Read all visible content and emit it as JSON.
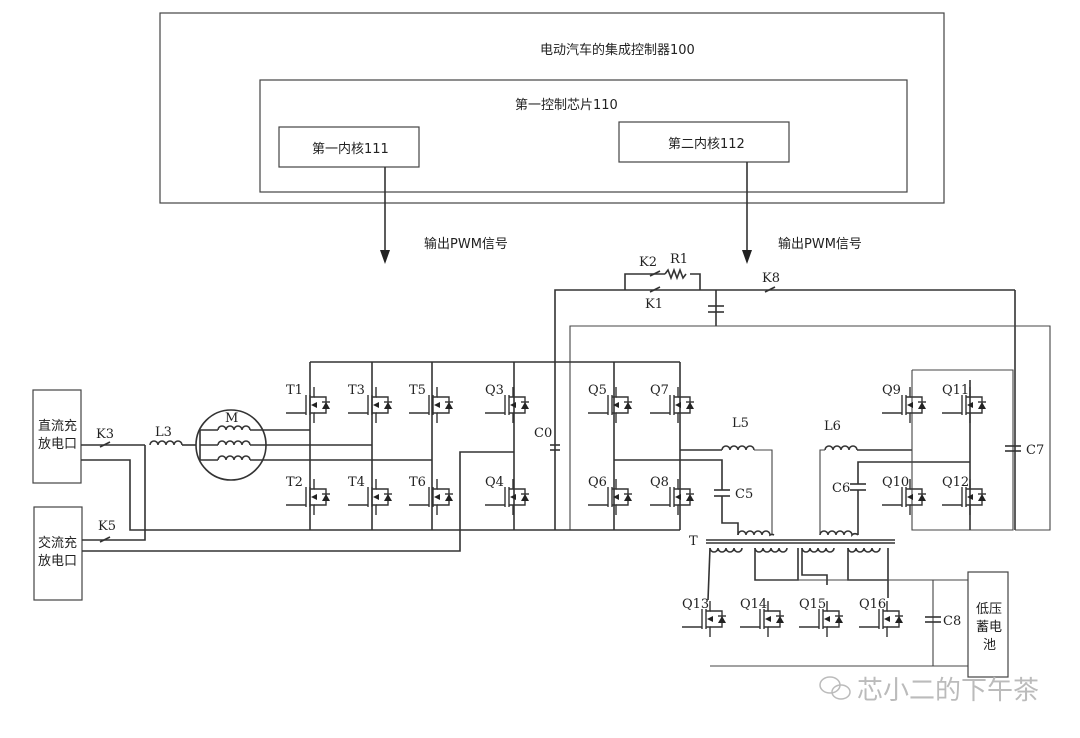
{
  "controller": {
    "title": "电动汽车的集成控制器100",
    "chip": "第一控制芯片110",
    "core1": "第一内核111",
    "core2": "第二内核112",
    "pwm_left": "输出PWM信号",
    "pwm_right": "输出PWM信号"
  },
  "ports": {
    "dc": [
      "直流充",
      "放电口"
    ],
    "ac": [
      "交流充",
      "放电口"
    ],
    "lv_battery": [
      "低压",
      "蓄电",
      "池"
    ]
  },
  "switches": [
    "K1",
    "K2",
    "K3",
    "K5",
    "K8"
  ],
  "resistors": [
    "R1"
  ],
  "inductors": [
    "L3",
    "L5",
    "L6"
  ],
  "motor": "M",
  "transformer": "T",
  "capacitors": [
    "C0",
    "C5",
    "C6",
    "C7",
    "C8"
  ],
  "transistors": {
    "inverter": [
      "T1",
      "T2",
      "T3",
      "T4",
      "T5",
      "T6"
    ],
    "boost": [
      "Q3",
      "Q4"
    ],
    "bridge1": [
      "Q5",
      "Q6",
      "Q7",
      "Q8"
    ],
    "bridge2": [
      "Q9",
      "Q10",
      "Q11",
      "Q12"
    ],
    "rectifier": [
      "Q13",
      "Q14",
      "Q15",
      "Q16"
    ]
  },
  "watermark": "芯小二的下午茶"
}
